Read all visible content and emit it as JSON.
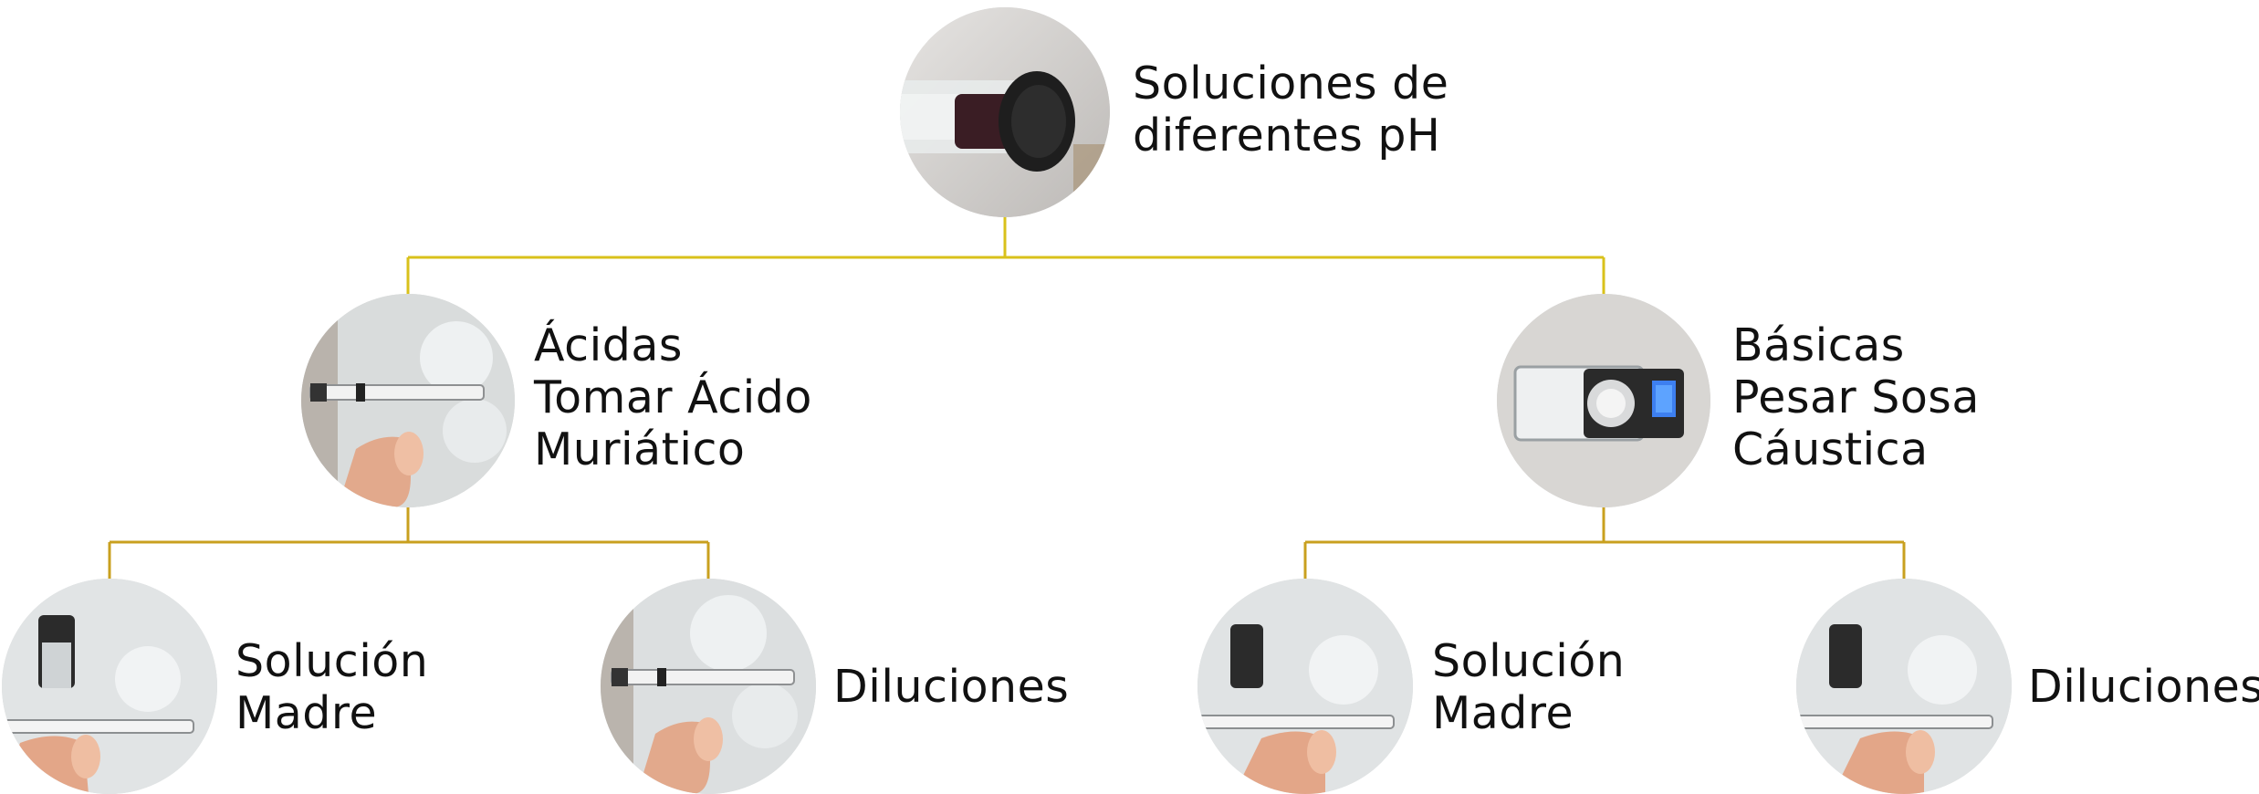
{
  "colors": {
    "connector_top": "#d9c11b",
    "connector_bottom": "#c9a01f",
    "text": "#111111"
  },
  "root": {
    "lines": [
      "Soluciones de",
      "diferentes pH"
    ],
    "photo_icon": "vial-photo"
  },
  "acid": {
    "lines": [
      "Ácidas",
      "Tomar Ácido",
      "Muriático"
    ],
    "photo_icon": "syringe-photo",
    "children": [
      {
        "lines": [
          "Solución",
          "Madre"
        ],
        "photo_icon": "syringe-vial-photo"
      },
      {
        "lines": [
          "Diluciones"
        ],
        "photo_icon": "syringe-photo"
      }
    ]
  },
  "base": {
    "lines": [
      "Básicas",
      "Pesar Sosa",
      "Cáustica"
    ],
    "photo_icon": "scale-photo",
    "children": [
      {
        "lines": [
          "Solución",
          "Madre"
        ],
        "photo_icon": "syringe-vial-photo"
      },
      {
        "lines": [
          "Diluciones"
        ],
        "photo_icon": "syringe-vial-photo"
      }
    ]
  }
}
